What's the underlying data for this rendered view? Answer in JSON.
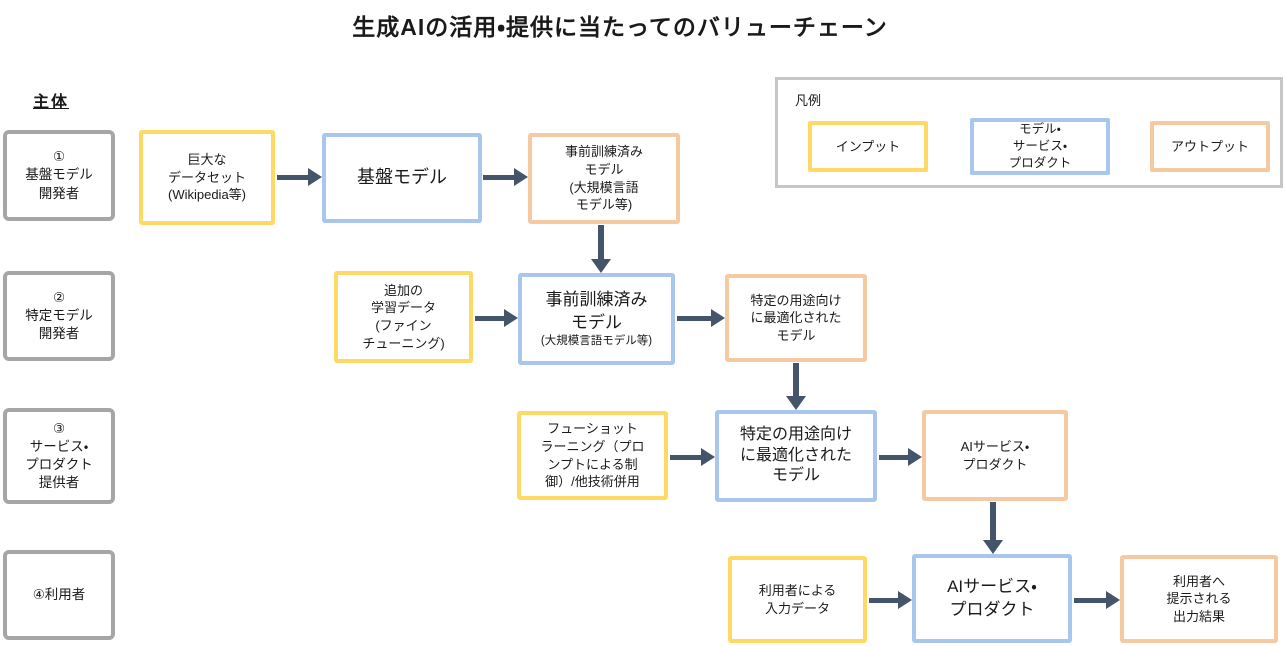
{
  "title": "生成AIの活用・提供に当たってのバリューチェーン",
  "subjects": {
    "header": "主体",
    "actors": [
      {
        "label": "①\n基盤モデル\n開発者"
      },
      {
        "label": "②\n特定モデル\n開発者"
      },
      {
        "label": "③\nサービス・\nプロダクト\n提供者"
      },
      {
        "label": "④利用者"
      }
    ]
  },
  "legend": {
    "label": "凡例",
    "items": [
      {
        "label": "インプット",
        "type": "input",
        "color": "#FFD966"
      },
      {
        "label": "モデル・\nサービス・\nプロダクト",
        "type": "model",
        "color": "#A9C6EC"
      },
      {
        "label": "アウトプット",
        "type": "output",
        "color": "#F5CAA2"
      }
    ]
  },
  "rows": [
    {
      "input": {
        "text": "巨大な\nデータセット\n(Wikipedia等)"
      },
      "model": {
        "main": "基盤モデル"
      },
      "output": {
        "text": "事前訓練済み\nモデル\n(大規模言語\nモデル等)"
      }
    },
    {
      "input": {
        "text": "追加の\n学習データ\n(ファイン\nチューニング)"
      },
      "model": {
        "main": "事前訓練済み\nモデル",
        "sub": "(大規模言語モデル等)"
      },
      "output": {
        "text": "特定の用途向け\nに最適化された\nモデル"
      }
    },
    {
      "input": {
        "text": "フューショット\nラーニング（プロ\nンプトによる制\n御）/他技術併用"
      },
      "model": {
        "main": "特定の用途向け\nに最適化された\nモデル"
      },
      "output": {
        "text": "AIサービス・\nプロダクト"
      }
    },
    {
      "input": {
        "text": "利用者による\n入力データ"
      },
      "model": {
        "main": "AIサービス・\nプロダクト"
      },
      "output": {
        "text": "利用者へ\n提示される\n出力結果"
      }
    }
  ],
  "colors": {
    "input_border": "#FFD966",
    "model_border": "#A9C6EC",
    "output_border": "#F5CAA2",
    "arrow": "#44546A",
    "actor_border": "#A6A6A6",
    "legend_border": "#C6C6C6"
  }
}
